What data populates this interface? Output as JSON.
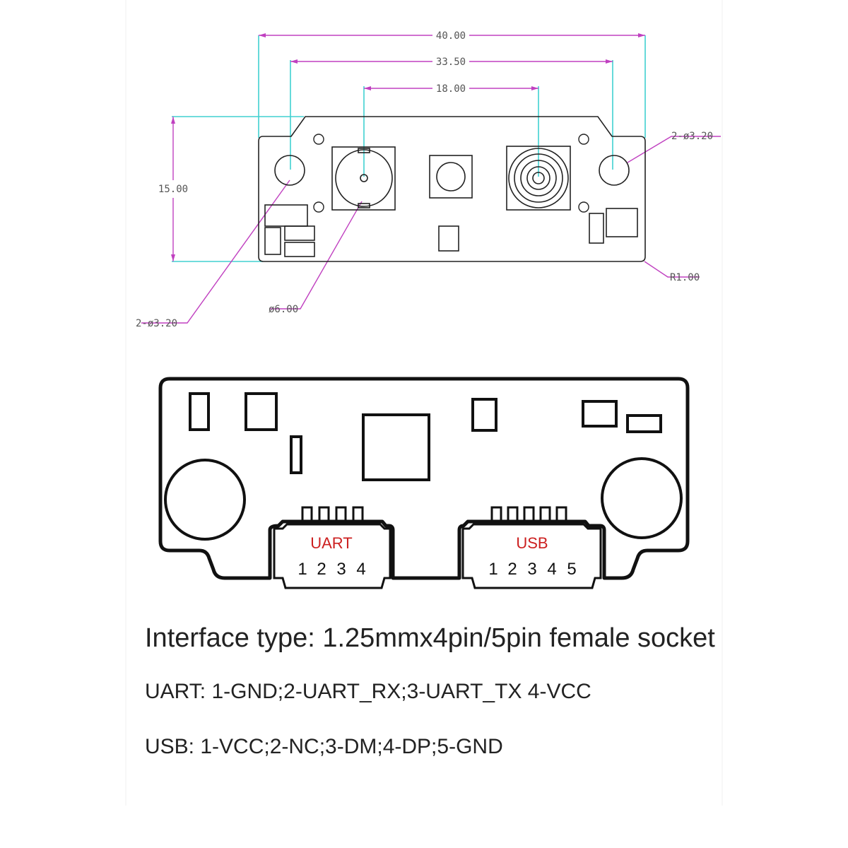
{
  "dimensions": {
    "width_40": "40.00",
    "width_33_5": "33.50",
    "width_18": "18.00",
    "height_15": "15.00",
    "hole_right": "2-ø3.20",
    "hole_left": "2-ø3.20",
    "lens": "ø6.00",
    "corner_radius": "R1.00"
  },
  "ports": {
    "uart": {
      "name": "UART",
      "pins": [
        "1",
        "2",
        "3",
        "4"
      ]
    },
    "usb": {
      "name": "USB",
      "pins": [
        "1",
        "2",
        "3",
        "4",
        "5"
      ]
    }
  },
  "captions": {
    "interface": "Interface type: 1.25mmx4pin/5pin female socket",
    "uart": "UART: 1-GND;2-UART_RX;3-UART_TX 4-VCC",
    "usb": "USB: 1-VCC;2-NC;3-DM;4-DP;5-GND"
  },
  "colors": {
    "dimension_line": "#c040c0",
    "extension_line": "#40d0d0",
    "port_label": "#cc1f1f",
    "outline": "#111111"
  }
}
